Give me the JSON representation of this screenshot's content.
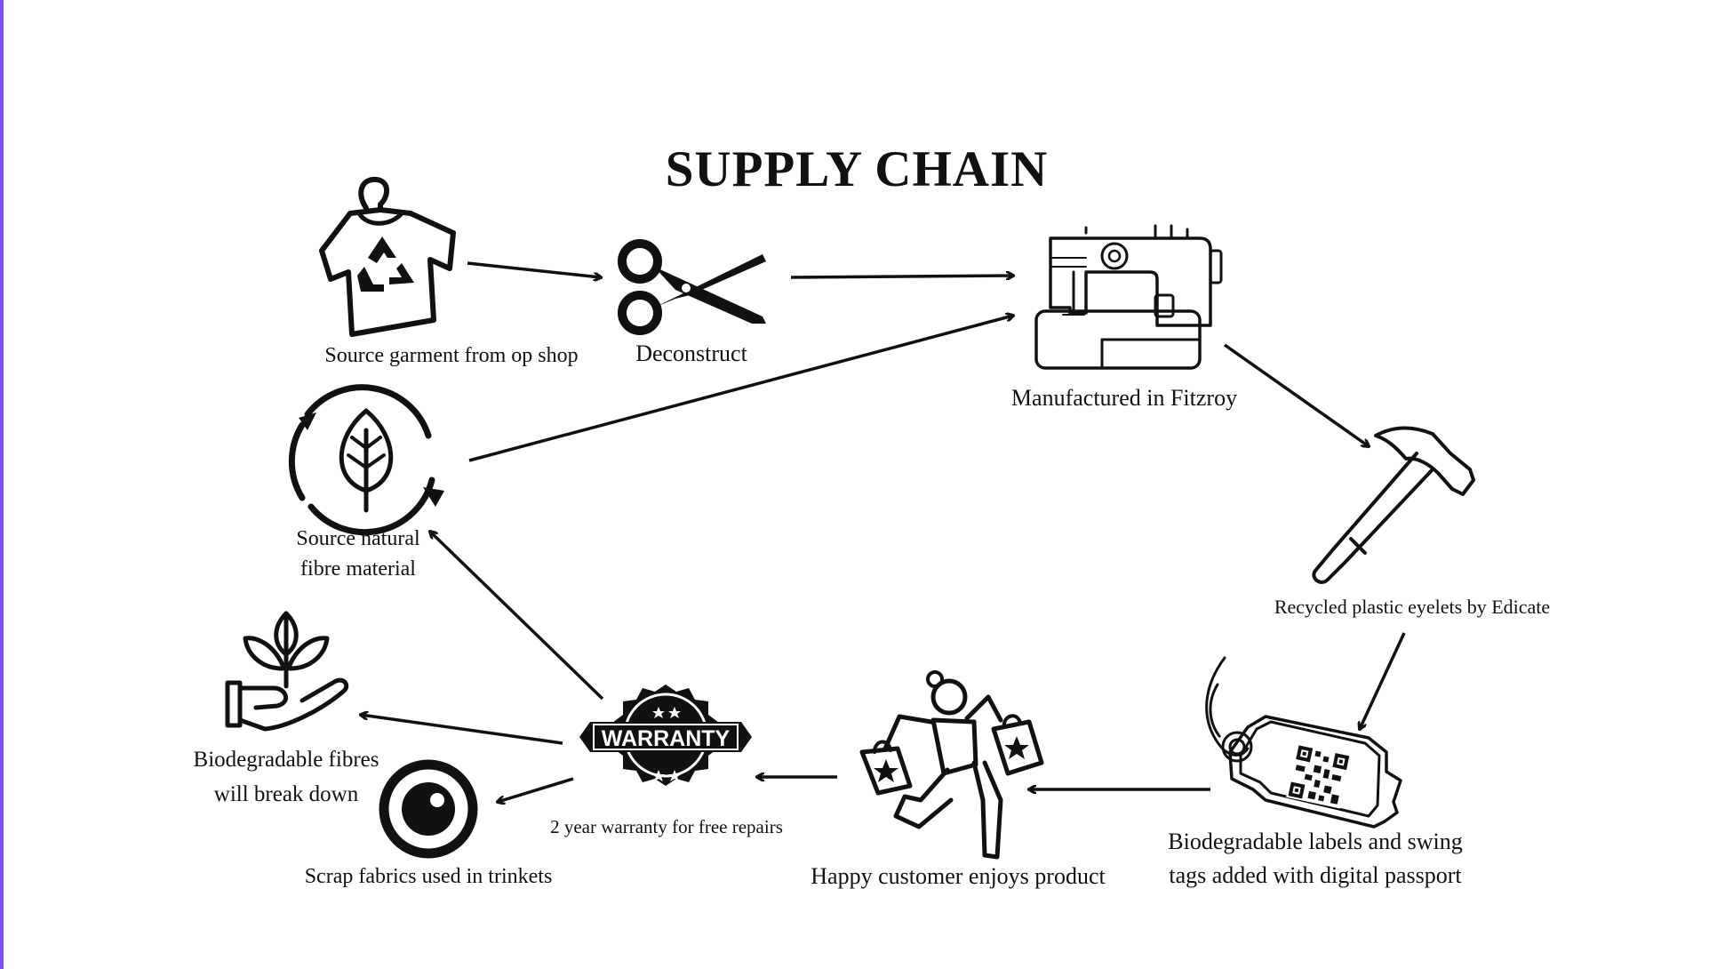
{
  "title": "SUPPLY CHAIN",
  "nodes": {
    "source_garment": {
      "label": "Source garment from op shop",
      "icon": "recycled-tshirt-icon"
    },
    "deconstruct": {
      "label": "Deconstruct",
      "icon": "scissors-icon"
    },
    "manufactured": {
      "label": "Manufactured in Fitzroy",
      "icon": "sewing-machine-icon"
    },
    "natural_fibre": {
      "label_line1": "Source natural",
      "label_line2": "fibre material",
      "icon": "leaf-cycle-icon"
    },
    "eyelets": {
      "label": "Recycled plastic eyelets by Edicate",
      "icon": "hammer-icon"
    },
    "labels": {
      "label_line1": "Biodegradable labels and swing",
      "label_line2": "tags added with digital passport",
      "icon": "swing-tag-qr-icon"
    },
    "customer": {
      "label": "Happy customer enjoys product",
      "icon": "happy-shopper-icon"
    },
    "warranty": {
      "label": "2 year warranty for free repairs",
      "badge_text": "WARRANTY",
      "icon": "warranty-badge-icon"
    },
    "biodegrade": {
      "label_line1": "Biodegradable fibres",
      "label_line2": "will break down",
      "icon": "plant-hand-icon"
    },
    "scrap": {
      "label": "Scrap fabrics used in trinkets",
      "icon": "button-eye-icon"
    }
  },
  "flows": [
    {
      "from": "Source garment from op shop",
      "to": "Deconstruct"
    },
    {
      "from": "Deconstruct",
      "to": "Manufactured in Fitzroy"
    },
    {
      "from": "Source natural fibre material",
      "to": "Manufactured in Fitzroy"
    },
    {
      "from": "Manufactured in Fitzroy",
      "to": "Recycled plastic eyelets by Edicate"
    },
    {
      "from": "Recycled plastic eyelets by Edicate",
      "to": "Biodegradable labels and swing tags added with digital passport"
    },
    {
      "from": "Biodegradable labels and swing tags added with digital passport",
      "to": "Happy customer enjoys product"
    },
    {
      "from": "Happy customer enjoys product",
      "to": "2 year warranty for free repairs"
    },
    {
      "from": "2 year warranty for free repairs",
      "to": "Source natural fibre material"
    },
    {
      "from": "2 year warranty for free repairs",
      "to": "Biodegradable fibres will break down"
    },
    {
      "from": "2 year warranty for free repairs",
      "to": "Scrap fabrics used in trinkets"
    }
  ]
}
